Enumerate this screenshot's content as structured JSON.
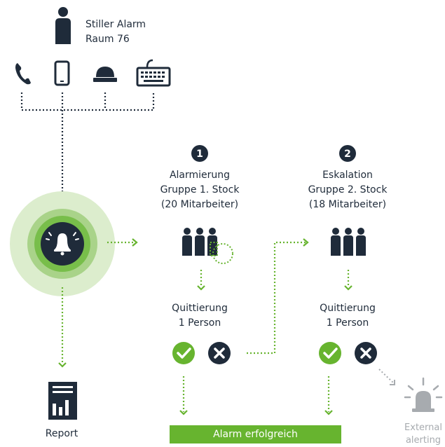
{
  "header": {
    "title_line1": "Stiller Alarm",
    "title_line2": "Raum 76"
  },
  "inputs": [
    {
      "icon": "phone-icon"
    },
    {
      "icon": "smartphone-icon"
    },
    {
      "icon": "alarm-button-icon"
    },
    {
      "icon": "keyboard-icon"
    }
  ],
  "groups": [
    {
      "step": "1",
      "title": "Alarmierung",
      "subtitle": "Gruppe 1. Stock",
      "count": "(20 Mitarbeiter)",
      "ack_title": "Quittierung",
      "ack_count": "1 Person"
    },
    {
      "step": "2",
      "title": "Eskalation",
      "subtitle": "Gruppe 2. Stock",
      "count": "(18 Mitarbeiter)",
      "ack_title": "Quittierung",
      "ack_count": "1 Person"
    }
  ],
  "report": {
    "label": "Report"
  },
  "success": {
    "label": "Alarm erfolgreich"
  },
  "external": {
    "line1": "External",
    "line2": "alerting"
  },
  "colors": {
    "navy": "#1f2b3a",
    "green": "#67b42f",
    "light_green": "#cfe6bd",
    "mid_green": "#9bcc7a",
    "grey": "#a7abaf"
  }
}
